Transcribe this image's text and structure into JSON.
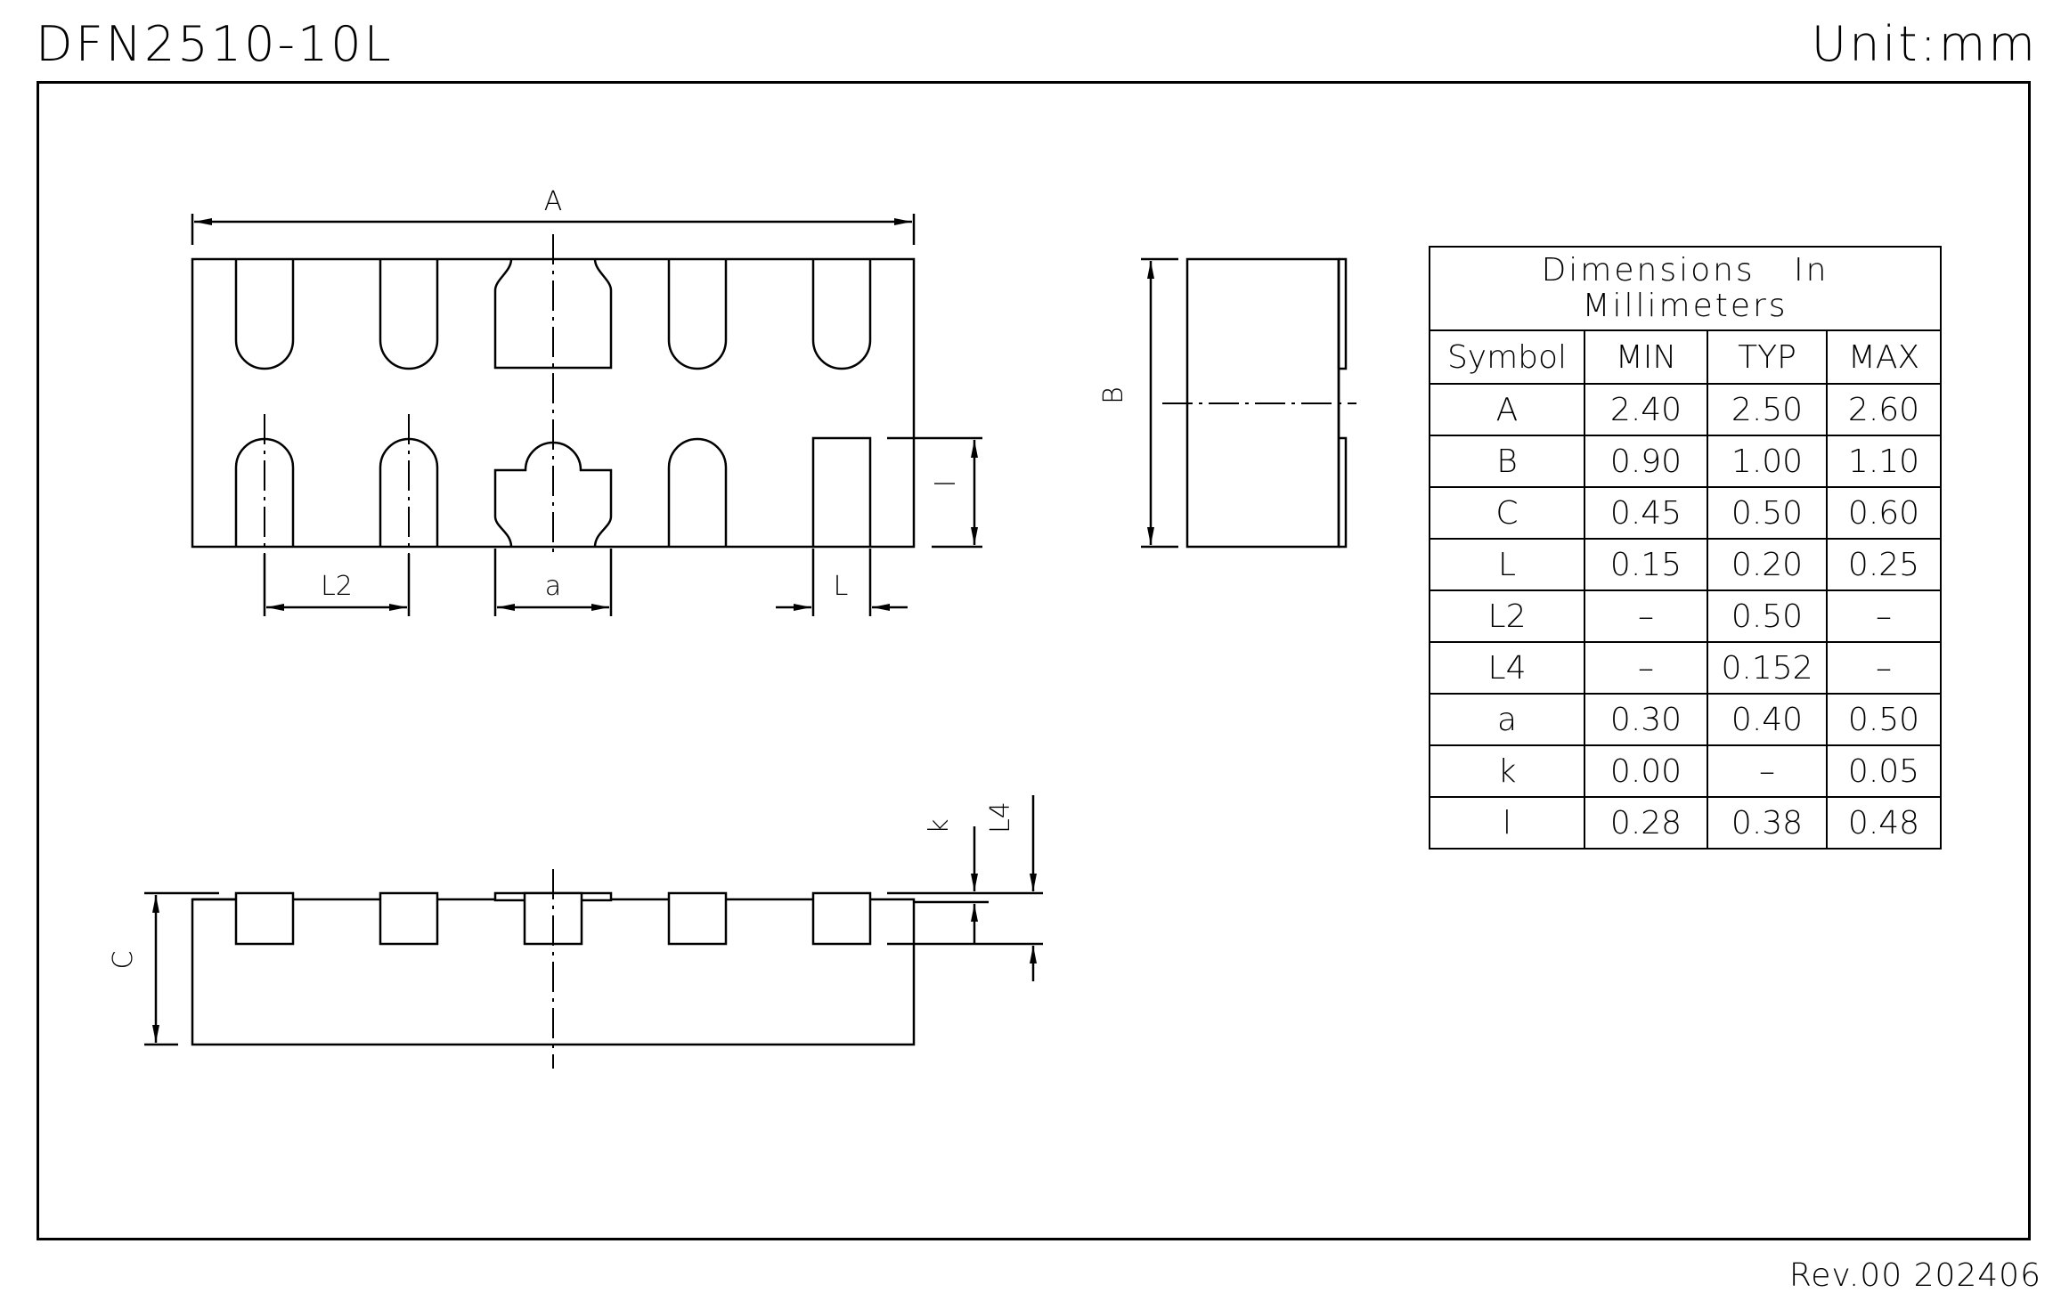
{
  "header": {
    "title": "DFN2510-10L",
    "unit": "Unit:mm"
  },
  "footer": {
    "revision": "Rev.00 202406"
  },
  "labels": {
    "A": "A",
    "B": "B",
    "C": "C",
    "L": "L",
    "L2": "L2",
    "L4": "L4",
    "a": "a",
    "k": "k",
    "l": "l"
  },
  "table": {
    "title_line1": "Dimensions   In",
    "title_line2": "Millimeters",
    "columns": [
      "Symbol",
      "MIN",
      "TYP",
      "MAX"
    ],
    "rows": [
      [
        "A",
        "2.40",
        "2.50",
        "2.60"
      ],
      [
        "B",
        "0.90",
        "1.00",
        "1.10"
      ],
      [
        "C",
        "0.45",
        "0.50",
        "0.60"
      ],
      [
        "L",
        "0.15",
        "0.20",
        "0.25"
      ],
      [
        "L2",
        "–",
        "0.50",
        "–"
      ],
      [
        "L4",
        "–",
        "0.152",
        "–"
      ],
      [
        "a",
        "0.30",
        "0.40",
        "0.50"
      ],
      [
        "k",
        "0.00",
        "–",
        "0.05"
      ],
      [
        "l",
        "0.28",
        "0.38",
        "0.48"
      ]
    ]
  }
}
